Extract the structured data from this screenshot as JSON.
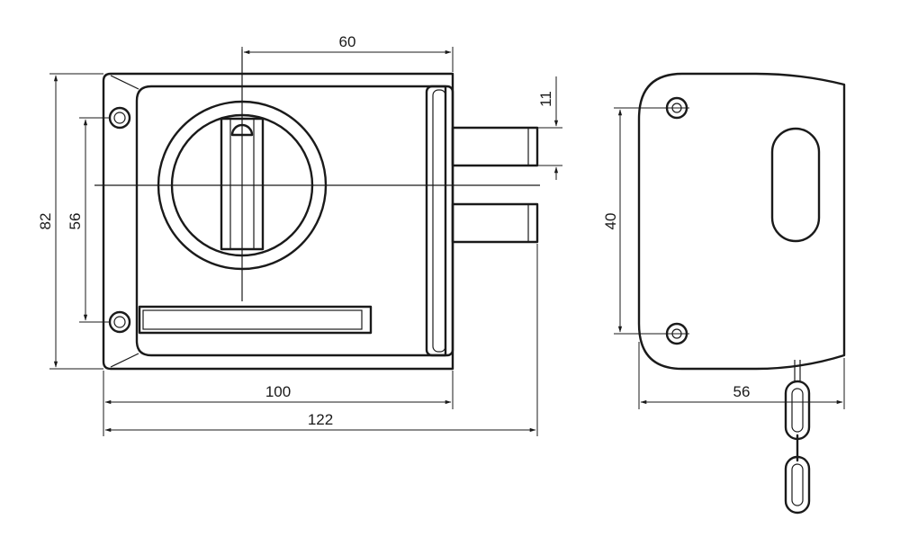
{
  "drawing": {
    "dimensions": {
      "bolt_spacing": "60",
      "bolt_height": "11",
      "overall_height": "82",
      "hole_spacing_vertical": "56",
      "body_width": "100",
      "overall_width": "122",
      "side_hole_spacing": "40",
      "side_depth": "56"
    }
  }
}
